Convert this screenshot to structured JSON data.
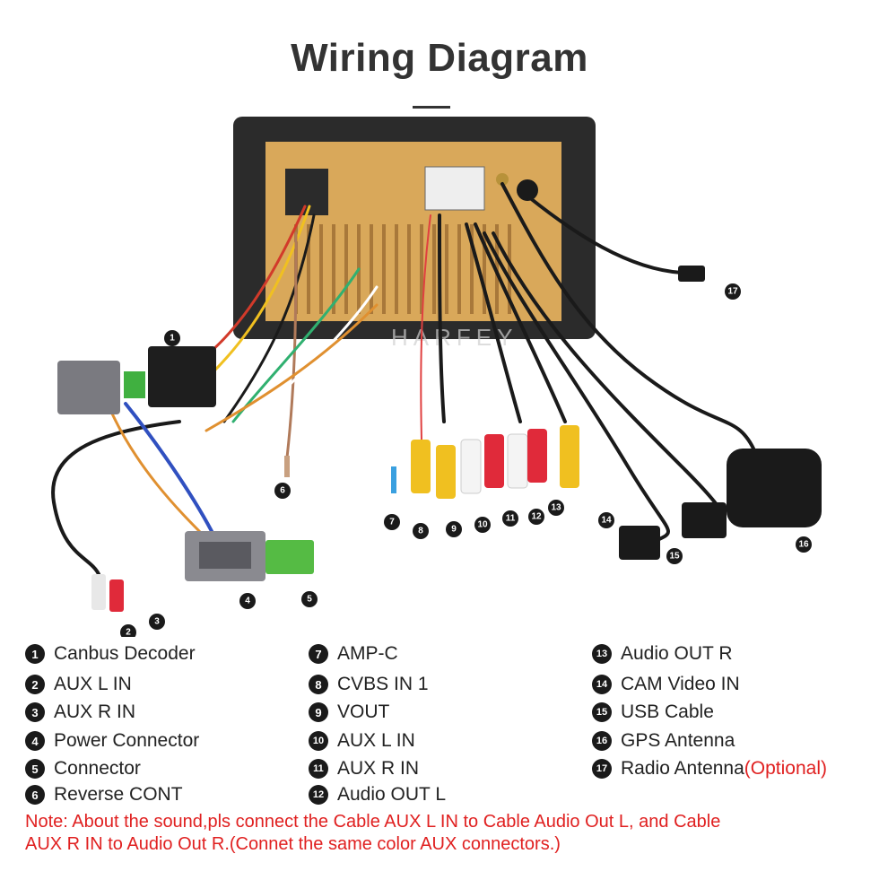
{
  "page": {
    "title": "Wiring Diagram",
    "watermark": "HARFEY"
  },
  "colors": {
    "title": "#333333",
    "note": "#e02020",
    "badge": "#1a1a1a",
    "panel": "#2b2b2b",
    "back_plate": "#d9a85a"
  },
  "callouts": [
    {
      "num": "1"
    },
    {
      "num": "2"
    },
    {
      "num": "3"
    },
    {
      "num": "4"
    },
    {
      "num": "5"
    },
    {
      "num": "6"
    },
    {
      "num": "7"
    },
    {
      "num": "8"
    },
    {
      "num": "9"
    },
    {
      "num": "10"
    },
    {
      "num": "11"
    },
    {
      "num": "12"
    },
    {
      "num": "13"
    },
    {
      "num": "14"
    },
    {
      "num": "15"
    },
    {
      "num": "16"
    },
    {
      "num": "17"
    }
  ],
  "legend": [
    {
      "num": "1",
      "label": "Canbus Decoder"
    },
    {
      "num": "2",
      "label": "AUX L IN"
    },
    {
      "num": "3",
      "label": "AUX R IN"
    },
    {
      "num": "4",
      "label": "Power Connector"
    },
    {
      "num": "5",
      "label": "Connector"
    },
    {
      "num": "6",
      "label": "Reverse CONT"
    },
    {
      "num": "7",
      "label": "AMP-C"
    },
    {
      "num": "8",
      "label": "CVBS IN 1"
    },
    {
      "num": "9",
      "label": "VOUT"
    },
    {
      "num": "10",
      "label": "AUX L IN"
    },
    {
      "num": "11",
      "label": "AUX R IN"
    },
    {
      "num": "12",
      "label": "Audio OUT L"
    },
    {
      "num": "13",
      "label": "Audio OUT R"
    },
    {
      "num": "14",
      "label": "CAM Video IN"
    },
    {
      "num": "15",
      "label": "USB Cable"
    },
    {
      "num": "16",
      "label": "GPS Antenna"
    },
    {
      "num": "17",
      "label": "Radio Antenna",
      "suffix": "(Optional)"
    }
  ],
  "note": {
    "line1": "Note: About the sound,pls connect the Cable AUX L IN to Cable Audio Out L, and Cable",
    "line2": "AUX R IN to  Audio Out R.(Connet the same color AUX connectors.)"
  }
}
